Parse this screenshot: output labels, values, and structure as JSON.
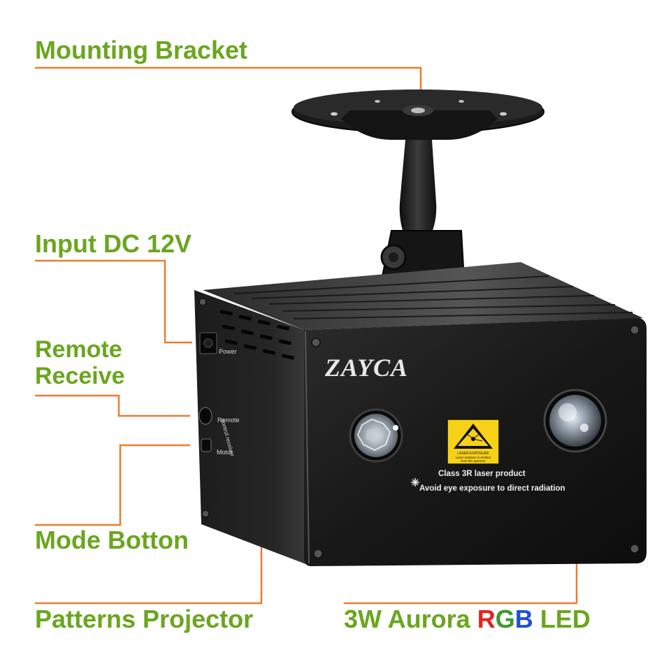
{
  "labels": {
    "mounting_bracket": "Mounting Bracket",
    "input_dc": "Input DC 12V",
    "remote_receive": [
      "Remote",
      "Receive"
    ],
    "mode_button": "Mode Botton",
    "patterns_projector": "Patterns Projector",
    "aurora": {
      "prefix": "3W Aurora ",
      "r": "R",
      "g": "G",
      "b": "B",
      "suffix": " LED"
    }
  },
  "device": {
    "brand": "ZAYCA",
    "port_power": "Power",
    "port_remote": [
      "Remote",
      "control receiver"
    ],
    "port_motor": "Motor",
    "warning_sticker": [
      "LASER EXPOSURE",
      "Laser radiation is emitted",
      "from this aperture"
    ],
    "class_text": "Class 3R laser product",
    "avoid_text": "Avoid eye exposure to direct radiation"
  },
  "colors": {
    "label_green": "#6aa61e",
    "leader_orange": "#f07a2c",
    "rgb_red": "#e3231b",
    "rgb_green": "#3c9a2c",
    "rgb_blue": "#1d4fd8",
    "housing_black": "#1a1a1a"
  }
}
